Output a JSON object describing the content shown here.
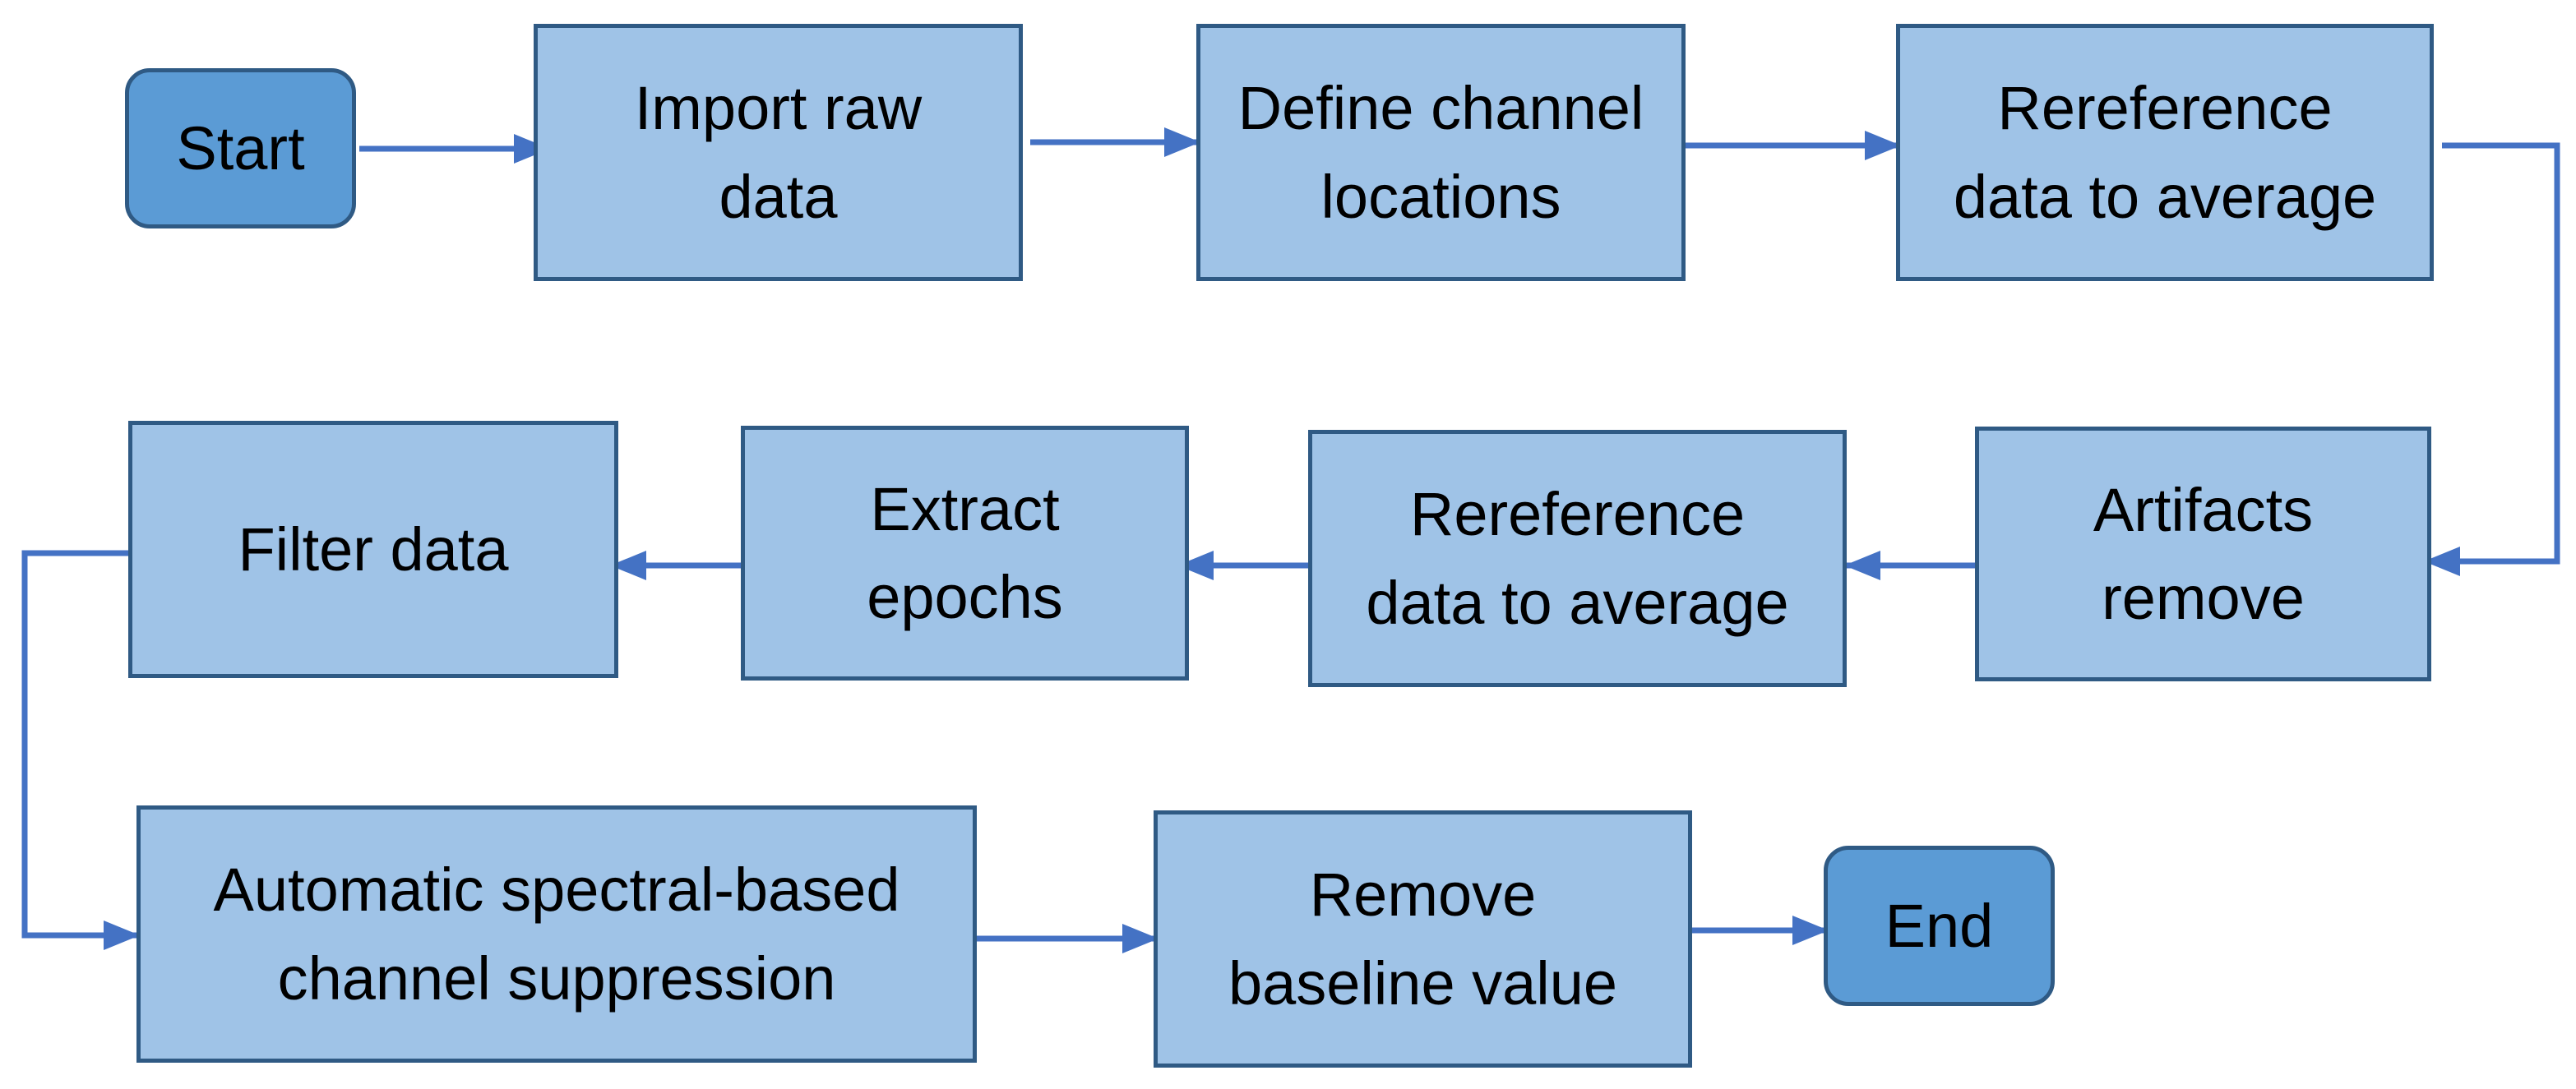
{
  "diagram": {
    "nodes": [
      {
        "id": "start",
        "label": "Start",
        "kind": "terminal"
      },
      {
        "id": "import",
        "label": "Import raw\ndata",
        "kind": "process"
      },
      {
        "id": "define",
        "label": "Define channel\nlocations",
        "kind": "process"
      },
      {
        "id": "reref1",
        "label": "Rereference\ndata to average",
        "kind": "process"
      },
      {
        "id": "artifacts",
        "label": "Artifacts\nremove",
        "kind": "process"
      },
      {
        "id": "reref2",
        "label": "Rereference\ndata to average",
        "kind": "process"
      },
      {
        "id": "extract",
        "label": "Extract\nepochs",
        "kind": "process"
      },
      {
        "id": "filter",
        "label": "Filter data",
        "kind": "process"
      },
      {
        "id": "spectral",
        "label": "Automatic spectral-based\nchannel suppression",
        "kind": "process"
      },
      {
        "id": "baseline",
        "label": "Remove\nbaseline value",
        "kind": "process"
      },
      {
        "id": "end",
        "label": "End",
        "kind": "terminal"
      }
    ],
    "edges": [
      {
        "from": "start",
        "to": "import"
      },
      {
        "from": "import",
        "to": "define"
      },
      {
        "from": "define",
        "to": "reref1"
      },
      {
        "from": "reref1",
        "to": "artifacts"
      },
      {
        "from": "artifacts",
        "to": "reref2"
      },
      {
        "from": "reref2",
        "to": "extract"
      },
      {
        "from": "extract",
        "to": "filter"
      },
      {
        "from": "filter",
        "to": "spectral"
      },
      {
        "from": "spectral",
        "to": "baseline"
      },
      {
        "from": "baseline",
        "to": "end"
      }
    ],
    "colors": {
      "process_fill": "#9fc3e7",
      "terminal_fill": "#5b9bd5",
      "border": "#2f5a84",
      "arrow": "#4472c4",
      "text": "#000000"
    }
  }
}
